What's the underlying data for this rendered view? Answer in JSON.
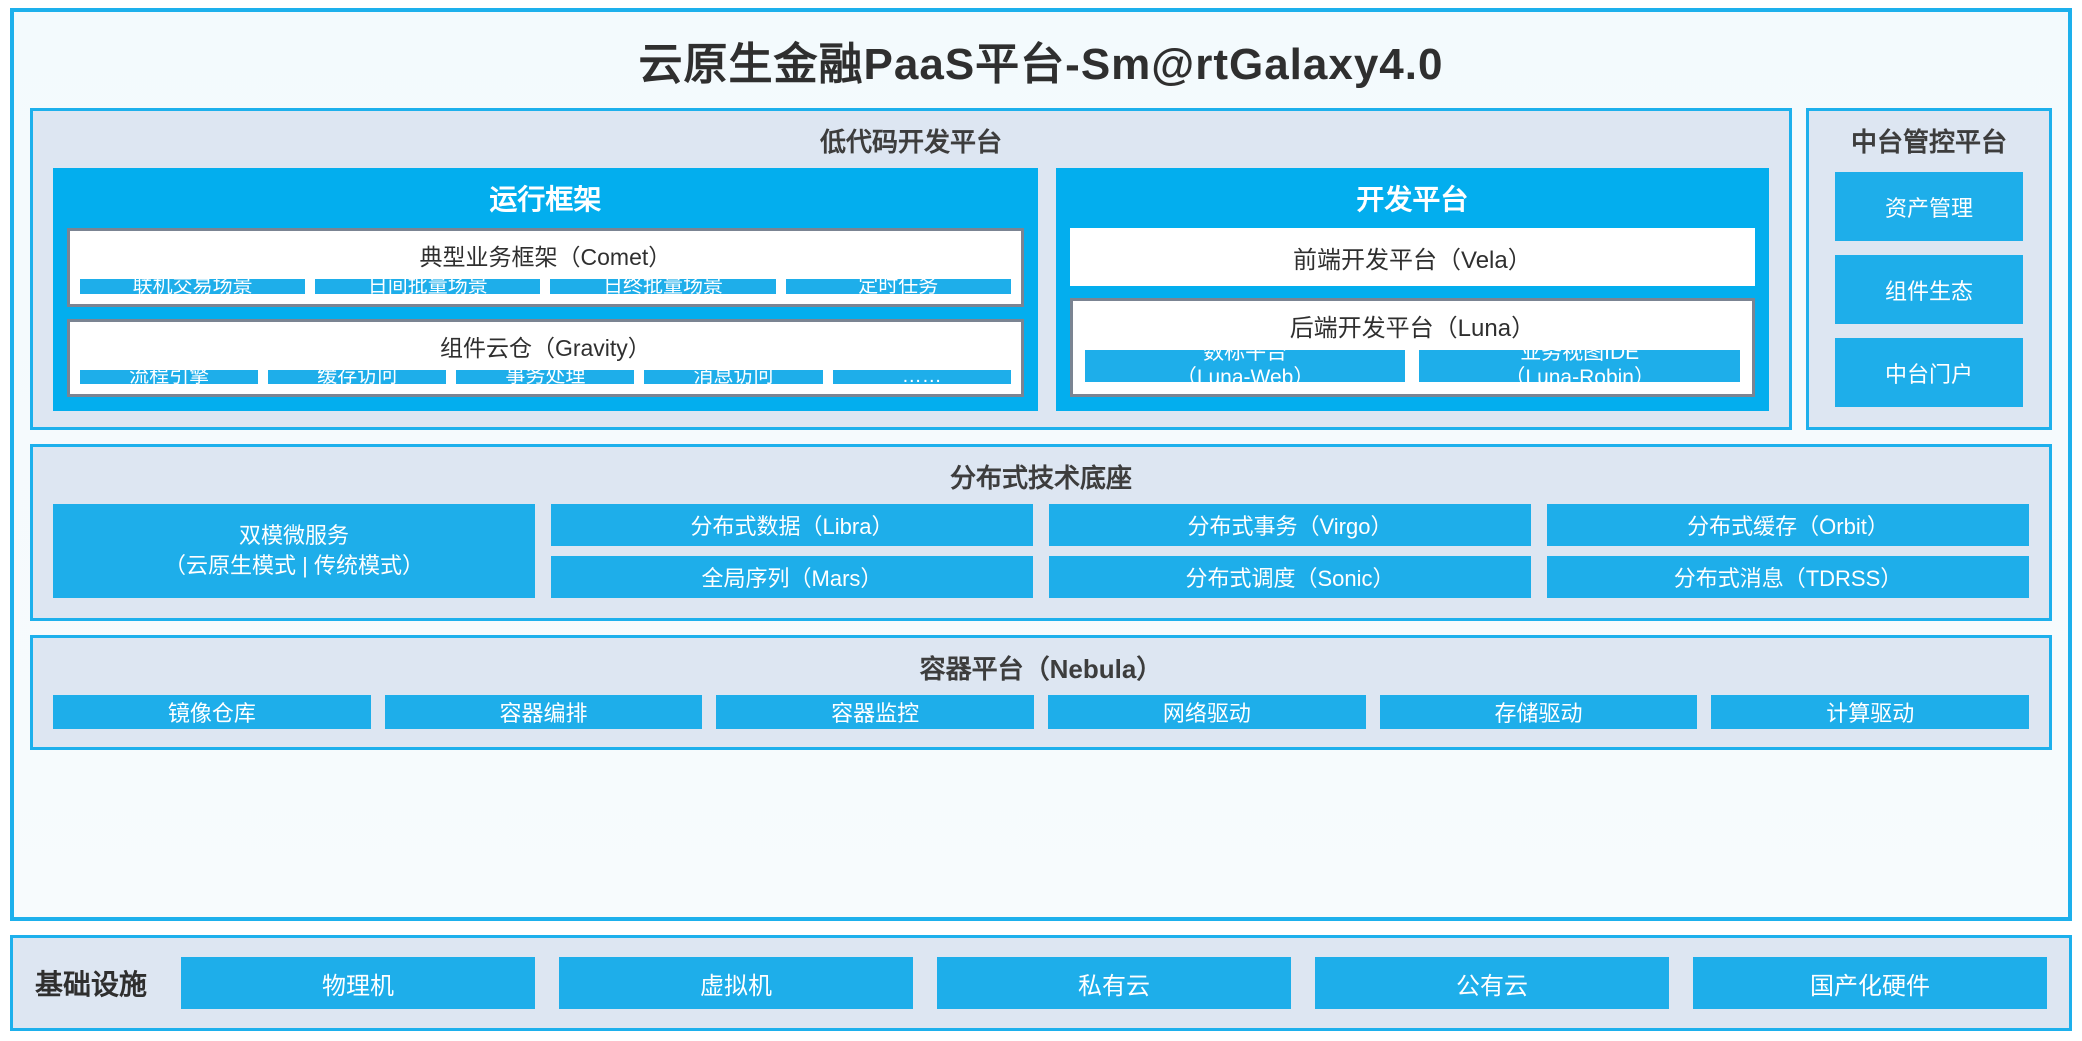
{
  "platform": {
    "title": "云原生金融PaaS平台-Sm@rtGalaxy4.0",
    "accent_blue": "#03aeee",
    "chip_blue": "#1eaeea",
    "panel_bg": "#dde6f2",
    "border_blue": "#1db0ec",
    "group_border_gray": "#7b8492",
    "text_dark": "#2f2f2f"
  },
  "lowcode": {
    "title": "低代码开发平台",
    "runtime": {
      "title": "运行框架",
      "groups": [
        {
          "title": "典型业务框架（Comet）",
          "chips": [
            "联机交易场景",
            "日间批量场景",
            "日终批量场景",
            "定时任务"
          ]
        },
        {
          "title": "组件云仓（Gravity）",
          "chips": [
            "流程引擎",
            "缓存访问",
            "事务处理",
            "消息访问",
            "……"
          ]
        }
      ]
    },
    "devplatform": {
      "title": "开发平台",
      "frontend": "前端开发平台（Vela）",
      "backend": {
        "title": "后端开发平台（Luna）",
        "chips": [
          {
            "line1": "数标平台",
            "line2": "（Luna-Web）"
          },
          {
            "line1": "业务视图IDE",
            "line2": "（Luna-Robin）"
          }
        ]
      }
    }
  },
  "midplatform": {
    "title": "中台管控平台",
    "chips": [
      "资产管理",
      "组件生态",
      "中台门户"
    ]
  },
  "techbase": {
    "title": "分布式技术底座",
    "wide_chip": {
      "line1": "双模微服务",
      "line2": "（云原生模式 | 传统模式）"
    },
    "columns": [
      [
        "分布式数据（Libra）",
        "全局序列（Mars）"
      ],
      [
        "分布式事务（Virgo）",
        "分布式调度（Sonic）"
      ],
      [
        "分布式缓存（Orbit）",
        "分布式消息（TDRSS）"
      ]
    ]
  },
  "containerplatform": {
    "title": "容器平台（Nebula）",
    "chips": [
      "镜像仓库",
      "容器编排",
      "容器监控",
      "网络驱动",
      "存储驱动",
      "计算驱动"
    ]
  },
  "infrastructure": {
    "label": "基础设施",
    "chips": [
      "物理机",
      "虚拟机",
      "私有云",
      "公有云",
      "国产化硬件"
    ]
  }
}
